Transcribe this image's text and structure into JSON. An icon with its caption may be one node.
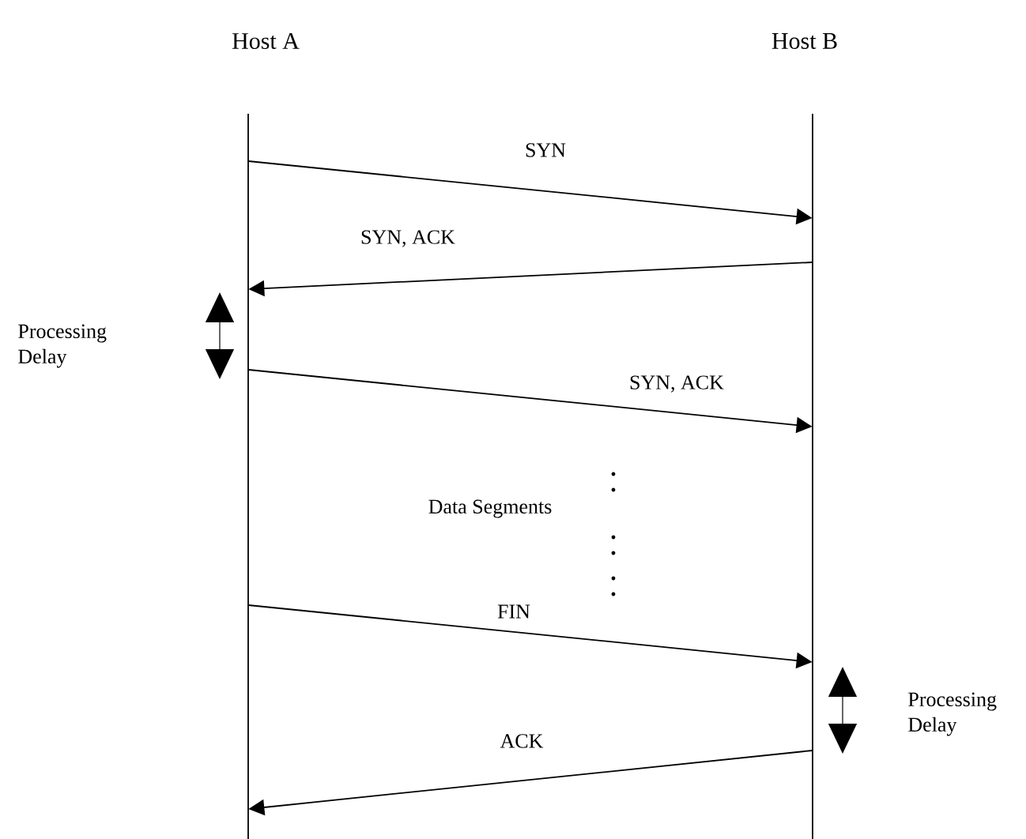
{
  "diagram": {
    "nodes": [
      {
        "text": [
          "Host A"
        ]
      },
      {
        "text": [
          "Host B"
        ]
      }
    ],
    "edges": [
      {
        "from": 0,
        "to": 1,
        "arrow": "to",
        "label": "SYN"
      },
      {
        "from": 1,
        "to": 0,
        "arrow": "to",
        "label": "SYN, ACK"
      },
      {
        "from": 0,
        "to": 1,
        "arrow": "to",
        "label": "SYN, ACK"
      },
      {
        "from": 0,
        "to": 1,
        "arrow": "to",
        "label": "FIN"
      },
      {
        "from": 1,
        "to": 0,
        "arrow": "to",
        "label": "ACK"
      }
    ],
    "labels": [
      "Processing Delay",
      "Data Segments",
      "Processing Delay"
    ]
  }
}
